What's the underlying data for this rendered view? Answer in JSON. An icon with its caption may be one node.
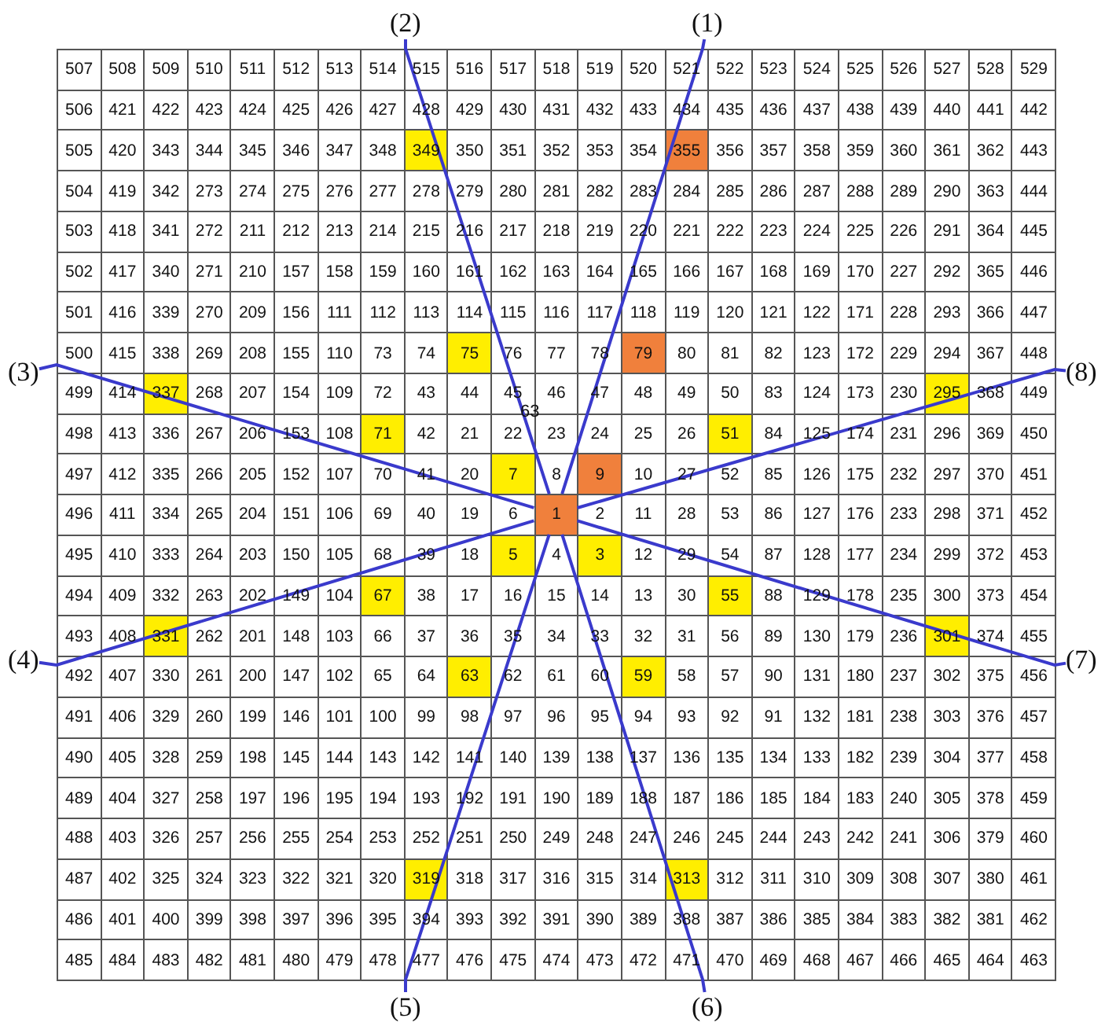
{
  "diagram": {
    "nodes": [
      {
        "text": [
          "(2)"
        ]
      },
      {
        "text": [
          "(1)"
        ]
      },
      {
        "text": [
          "(3)"
        ]
      },
      {
        "text": [
          "(8)"
        ]
      },
      {
        "text": [
          "1"
        ]
      },
      {
        "text": [
          "(4)"
        ]
      },
      {
        "text": [
          "(7)"
        ]
      },
      {
        "text": [
          "(5)"
        ]
      },
      {
        "text": [
          "(6)"
        ]
      }
    ],
    "edges": [
      {
        "from": 4,
        "to": 1,
        "arrow": "none"
      },
      {
        "from": 4,
        "to": 0,
        "arrow": "none"
      },
      {
        "from": 4,
        "to": 2,
        "arrow": "none"
      },
      {
        "from": 4,
        "to": 3,
        "arrow": "none"
      },
      {
        "from": 4,
        "to": 5,
        "arrow": "none"
      },
      {
        "from": 4,
        "to": 6,
        "arrow": "none"
      },
      {
        "from": 4,
        "to": 7,
        "arrow": "none"
      },
      {
        "from": 4,
        "to": 8,
        "arrow": "none"
      }
    ],
    "labels": [
      "507",
      "508",
      "509",
      "510",
      "511",
      "512",
      "513",
      "514",
      "515",
      "516",
      "517",
      "518",
      "519",
      "520",
      "521",
      "522",
      "523",
      "524",
      "525",
      "526",
      "527",
      "528",
      "529",
      "506",
      "421",
      "422",
      "423",
      "424",
      "425",
      "426",
      "427",
      "428",
      "429",
      "430",
      "431",
      "432",
      "433",
      "434",
      "435",
      "436",
      "437",
      "438",
      "439",
      "440",
      "441",
      "442",
      "505",
      "420",
      "343",
      "344",
      "345",
      "346",
      "347",
      "348",
      "349",
      "350",
      "351",
      "352",
      "353",
      "354",
      "355",
      "356",
      "357",
      "358",
      "359",
      "360",
      "361",
      "362",
      "443",
      "504",
      "419",
      "342",
      "273",
      "274",
      "275",
      "276",
      "277",
      "278",
      "279",
      "280",
      "281",
      "282",
      "283",
      "284",
      "285",
      "286",
      "287",
      "288",
      "289",
      "290",
      "363",
      "444",
      "503",
      "418",
      "341",
      "272",
      "211",
      "212",
      "213",
      "214",
      "215",
      "216",
      "217",
      "218",
      "219",
      "220",
      "221",
      "222",
      "223",
      "224",
      "225",
      "226",
      "291",
      "364",
      "445",
      "502",
      "417",
      "340",
      "271",
      "210",
      "157",
      "158",
      "159",
      "160",
      "161",
      "162",
      "163",
      "164",
      "165",
      "166",
      "167",
      "168",
      "169",
      "170",
      "227",
      "292",
      "365",
      "446",
      "501",
      "416",
      "339",
      "270",
      "209",
      "156",
      "111",
      "112",
      "113",
      "114",
      "115",
      "116",
      "117",
      "118",
      "119",
      "120",
      "121",
      "122",
      "171",
      "228",
      "293",
      "366",
      "447",
      "500",
      "415",
      "338",
      "269",
      "208",
      "155",
      "110",
      "73",
      "74",
      "75",
      "76",
      "77",
      "78",
      "79",
      "80",
      "81",
      "82",
      "123",
      "172",
      "229",
      "294",
      "367",
      "448",
      "499",
      "414",
      "337",
      "268",
      "207",
      "154",
      "109",
      "72",
      "43",
      "44",
      "45",
      "46",
      "47",
      "48",
      "49",
      "50",
      "83",
      "124",
      "173",
      "230",
      "295",
      "368",
      "449",
      "498",
      "413",
      "336",
      "267",
      "206",
      "153",
      "108",
      "71",
      "42",
      "21",
      "22",
      "23",
      "24",
      "25",
      "26",
      "51",
      "84",
      "125",
      "174",
      "231",
      "296",
      "369",
      "450",
      "497",
      "412",
      "335",
      "266",
      "205",
      "152",
      "107",
      "70",
      "41",
      "20",
      "7",
      "8",
      "9",
      "10",
      "27",
      "52",
      "85",
      "126",
      "175",
      "232",
      "297",
      "370",
      "451",
      "496",
      "411",
      "334",
      "265",
      "204",
      "151",
      "106",
      "69",
      "40",
      "19",
      "6",
      "2",
      "11",
      "28",
      "53",
      "86",
      "127",
      "176",
      "233",
      "298",
      "371",
      "452",
      "495",
      "410",
      "333",
      "264",
      "203",
      "150",
      "105",
      "68",
      "39",
      "18",
      "5",
      "4",
      "3",
      "12",
      "29",
      "54",
      "87",
      "128",
      "177",
      "234",
      "299",
      "372",
      "453",
      "494",
      "409",
      "332",
      "263",
      "202",
      "149",
      "104",
      "67",
      "38",
      "17",
      "16",
      "15",
      "14",
      "13",
      "30",
      "55",
      "88",
      "129",
      "178",
      "235",
      "300",
      "373",
      "454",
      "493",
      "408",
      "331",
      "262",
      "201",
      "148",
      "103",
      "66",
      "37",
      "36",
      "35",
      "34",
      "33",
      "32",
      "31",
      "56",
      "89",
      "130",
      "179",
      "236",
      "301",
      "374",
      "455",
      "492",
      "407",
      "330",
      "261",
      "200",
      "147",
      "102",
      "65",
      "64",
      "63",
      "62",
      "61",
      "60",
      "59",
      "58",
      "57",
      "90",
      "131",
      "180",
      "237",
      "302",
      "375",
      "456",
      "491",
      "406",
      "329",
      "260",
      "199",
      "146",
      "101",
      "100",
      "99",
      "98",
      "97",
      "96",
      "95",
      "94",
      "93",
      "92",
      "91",
      "132",
      "181",
      "238",
      "303",
      "376",
      "457",
      "490",
      "405",
      "328",
      "259",
      "198",
      "145",
      "144",
      "143",
      "142",
      "141",
      "140",
      "139",
      "138",
      "137",
      "136",
      "135",
      "134",
      "133",
      "182",
      "239",
      "304",
      "377",
      "458",
      "489",
      "404",
      "327",
      "258",
      "197",
      "196",
      "195",
      "194",
      "193",
      "192",
      "191",
      "190",
      "189",
      "188",
      "187",
      "186",
      "185",
      "184",
      "183",
      "240",
      "305",
      "378",
      "459",
      "488",
      "403",
      "326",
      "257",
      "256",
      "255",
      "254",
      "253",
      "252",
      "251",
      "250",
      "249",
      "248",
      "247",
      "246",
      "245",
      "244",
      "243",
      "242",
      "241",
      "306",
      "379",
      "460",
      "487",
      "402",
      "325",
      "324",
      "323",
      "322",
      "321",
      "320",
      "319",
      "318",
      "317",
      "316",
      "315",
      "314",
      "313",
      "312",
      "311",
      "310",
      "309",
      "308",
      "307",
      "380",
      "461",
      "486",
      "401",
      "400",
      "399",
      "398",
      "397",
      "396",
      "395",
      "394",
      "393",
      "392",
      "391",
      "390",
      "389",
      "388",
      "387",
      "386",
      "385",
      "384",
      "383",
      "382",
      "381",
      "462",
      "485",
      "484",
      "483",
      "482",
      "481",
      "480",
      "479",
      "478",
      "477",
      "476",
      "475",
      "474",
      "473",
      "472",
      "471",
      "470",
      "469",
      "468",
      "467",
      "466",
      "465",
      "464",
      "463",
      "63"
    ]
  }
}
